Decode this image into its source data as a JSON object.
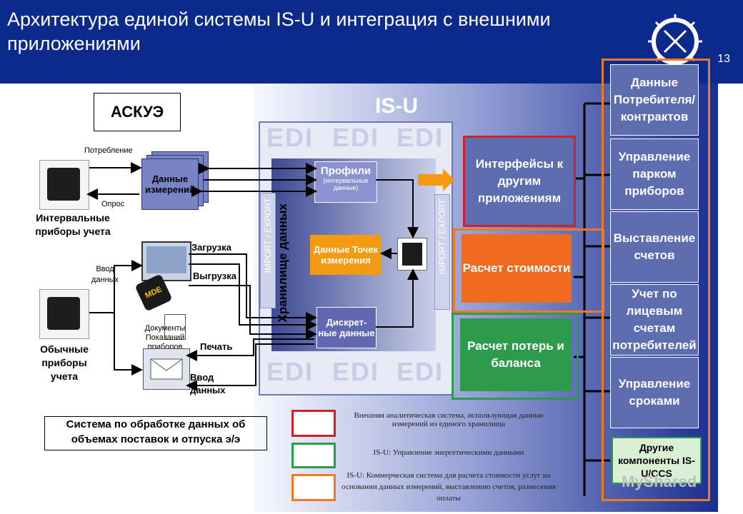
{
  "header": {
    "title": "Архитектура единой системы IS-U и интеграция с внешними\nприложениями",
    "page_number": "13"
  },
  "left": {
    "askue": "АСКУЭ",
    "consumption": "Потребление",
    "poll": "Опрос",
    "measurement_data": "Данные измерений",
    "interval_meters": "Интервальные приборы учета",
    "upload": "Загрузка",
    "download": "Выгрузка",
    "data_entry_small": "Ввод данных",
    "documents": "Документы Показаний приборов",
    "regular_meters": "Обычные приборы учета",
    "print": "Печать",
    "data_entry": "Ввод данных",
    "mde": "MDE",
    "system_caption": "Система по обработке данных об объемах поставок и отпуска э/э"
  },
  "isu": {
    "title": "IS-U",
    "edi": "EDI",
    "import_export": "IMPORT / EXPORT",
    "storage": "Хранилище данных",
    "profiles": "Профили",
    "profiles_sub": "(интервальные данные)",
    "point_data": "Данные Точек измерения",
    "discrete": "Дискрет-ные данные"
  },
  "middle": {
    "interfaces": "Интерфейсы к другим приложениям",
    "cost": "Расчет стоимости",
    "losses": "Расчет потерь и баланса"
  },
  "right": {
    "items": [
      "Данные Потребителя/ контрактов",
      "Управление парком приборов",
      "Выставление счетов",
      "Учет по лицевым счетам потребителей",
      "Управление сроками",
      "Другие компоненты IS-U/CCS"
    ]
  },
  "legend": {
    "red": "Внешняя аналитическая система, использующая данные измерений из единого хранилища",
    "green": "IS-U: Управление энергетическими данными",
    "orange": "IS-U: Коммерческая система для расчета стоимости услуг на основании данных измерений, выставлению счетов, разнесения оплаты"
  },
  "watermark": "MyShared",
  "colors": {
    "header": "#0b2a8c",
    "red": "#d0202a",
    "green": "#2e9a4c",
    "orange": "#f07a20",
    "box_blue": "#5e6db0"
  }
}
